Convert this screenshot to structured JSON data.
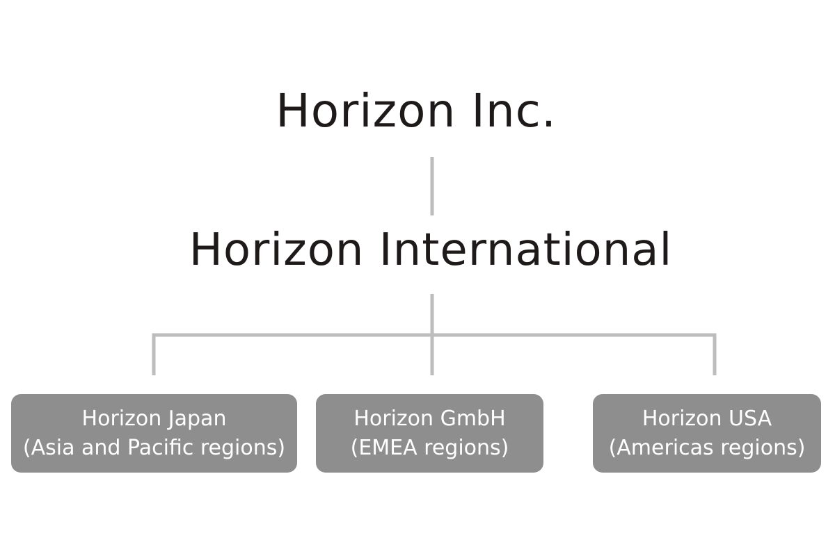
{
  "diagram": {
    "root": {
      "label": "Horizon Inc."
    },
    "middle": {
      "label": "Horizon International"
    },
    "children": [
      {
        "name": "Horizon Japan",
        "region": "(Asia and Pacific regions)"
      },
      {
        "name": "Horizon GmbH",
        "region": "(EMEA regions)"
      },
      {
        "name": "Horizon USA",
        "region": "(Americas regions)"
      }
    ],
    "colors": {
      "title_text": "#1e1a1a",
      "connector": "#bdbdbd",
      "box_fill": "#8e8e8e",
      "box_text": "#ffffff"
    }
  }
}
